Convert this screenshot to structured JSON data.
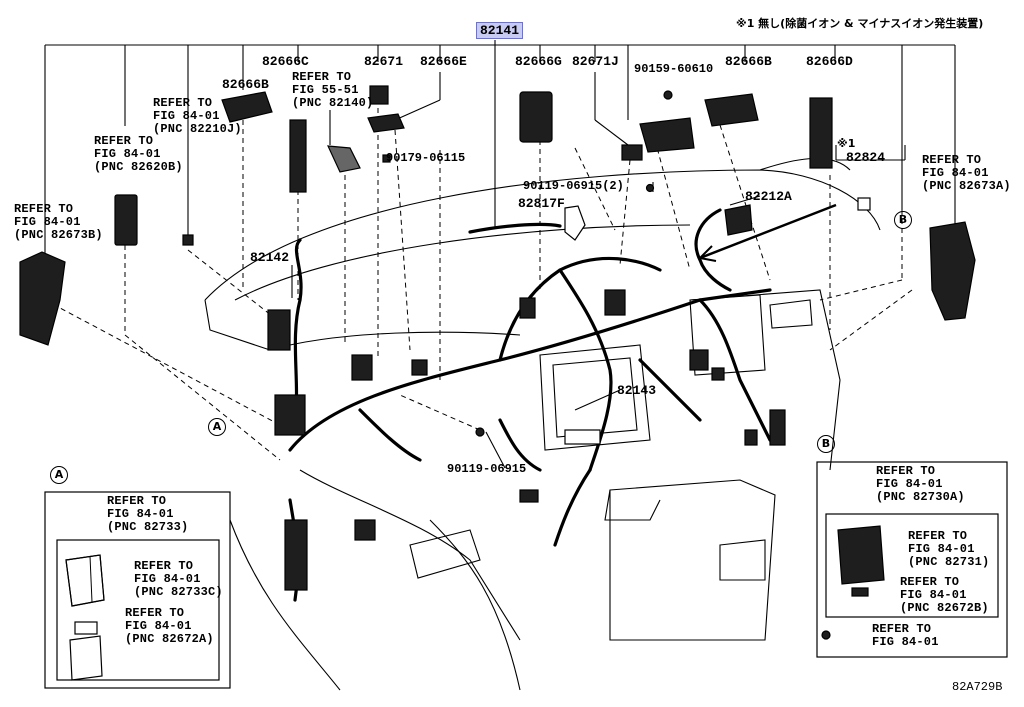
{
  "header": {
    "main_part": "82141",
    "note_top_right": "※1 無し(除菌イオン & マイナスイオン発生装置)",
    "mark1": "※1"
  },
  "parts": {
    "p82666B_l": "82666B",
    "p82666C": "82666C",
    "p82671": "82671",
    "p82666E": "82666E",
    "p82666G": "82666G",
    "p82671J": "82671J",
    "p90159": "90159-60610",
    "p82666B_r": "82666B",
    "p82666D": "82666D",
    "p82824": "82824",
    "p90179": "90179-06115",
    "p90119_2": "90119-06915(2)",
    "p82817F": "82817F",
    "p82212A": "82212A",
    "p82142": "82142",
    "p82143": "82143",
    "p90119": "90119-06915"
  },
  "refs": {
    "r82210J": [
      "REFER TO",
      "FIG 84-01",
      "(PNC 82210J)"
    ],
    "r55_51": [
      "REFER TO",
      "FIG 55-51",
      "(PNC 82140)"
    ],
    "r82620B": [
      "REFER TO",
      "FIG 84-01",
      "(PNC 82620B)"
    ],
    "r82673B": [
      "REFER TO",
      "FIG 84-01",
      "(PNC 82673B)"
    ],
    "r82673A": [
      "REFER TO",
      "FIG 84-01",
      "(PNC 82673A)"
    ],
    "r82733": [
      "REFER TO",
      "FIG 84-01",
      "(PNC 82733)"
    ],
    "r82733C": [
      "REFER TO",
      "FIG 84-01",
      "(PNC 82733C)"
    ],
    "r82672A": [
      "REFER TO",
      "FIG 84-01",
      "(PNC 82672A)"
    ],
    "r82730A": [
      "REFER TO",
      "FIG 84-01",
      "(PNC 82730A)"
    ],
    "r82731": [
      "REFER TO",
      "FIG 84-01",
      "(PNC 82731)"
    ],
    "r82672B": [
      "REFER TO",
      "FIG 84-01",
      "(PNC 82672B)"
    ],
    "r84_01": [
      "REFER TO",
      "FIG 84-01"
    ]
  },
  "callouts": {
    "A": "A",
    "B": "B"
  },
  "figure_code": "82A729B"
}
